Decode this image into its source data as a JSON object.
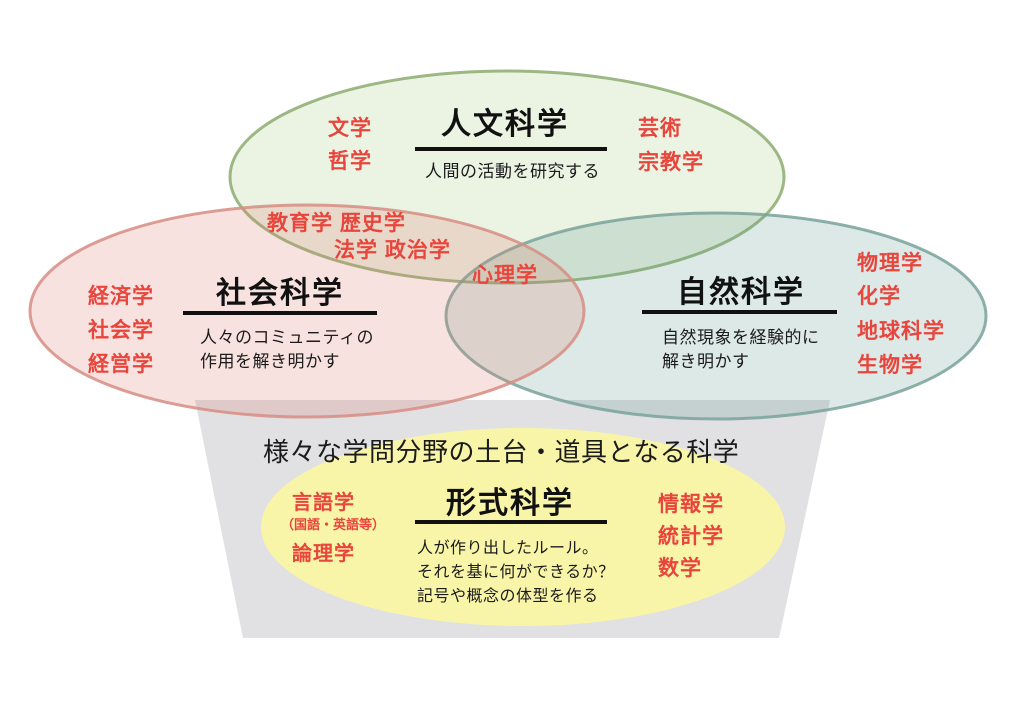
{
  "palette": {
    "red_label": "#e8453c",
    "text_black": "#111111",
    "green_stroke": "#8cab70",
    "green_base": "#8fbf63",
    "pink_stroke": "#d68d84",
    "pink_base": "#e07a6c",
    "teal_stroke": "#79a29a",
    "teal_base": "#5f9d8f",
    "yellow_fill": "#f9f5a8",
    "gray_fill": "#e1e1e3"
  },
  "venn": {
    "humanities": {
      "title": "人文科学",
      "description": "人間の活動を研究する",
      "left_items": [
        "文学",
        "哲学"
      ],
      "right_items": [
        "芸術",
        "宗教学"
      ]
    },
    "humanities_social_overlap": {
      "row1": "教育学 歴史学",
      "row2": "法学 政治学"
    },
    "center_overlap": {
      "item": "心理学"
    },
    "social": {
      "title": "社会科学",
      "description_line1": "人々のコミュニティの",
      "description_line2": "作用を解き明かす",
      "items": [
        "経済学",
        "社会学",
        "経営学"
      ]
    },
    "natural": {
      "title": "自然科学",
      "description_line1": "自然現象を経験的に",
      "description_line2": "解き明かす",
      "items": [
        "物理学",
        "化学",
        "地球科学",
        "生物学"
      ]
    },
    "foundation": {
      "caption": "様々な学問分野の土台・道具となる科学"
    },
    "formal": {
      "title": "形式科学",
      "description_line1": "人が作り出したルール。",
      "description_line2": "それを基に何ができるか？",
      "description_line3": "記号や概念の体型を作る",
      "left_item1": "言語学",
      "left_item1_note": "（国語・英語等）",
      "left_item2": "論理学",
      "right_items": [
        "情報学",
        "統計学",
        "数学"
      ]
    }
  }
}
